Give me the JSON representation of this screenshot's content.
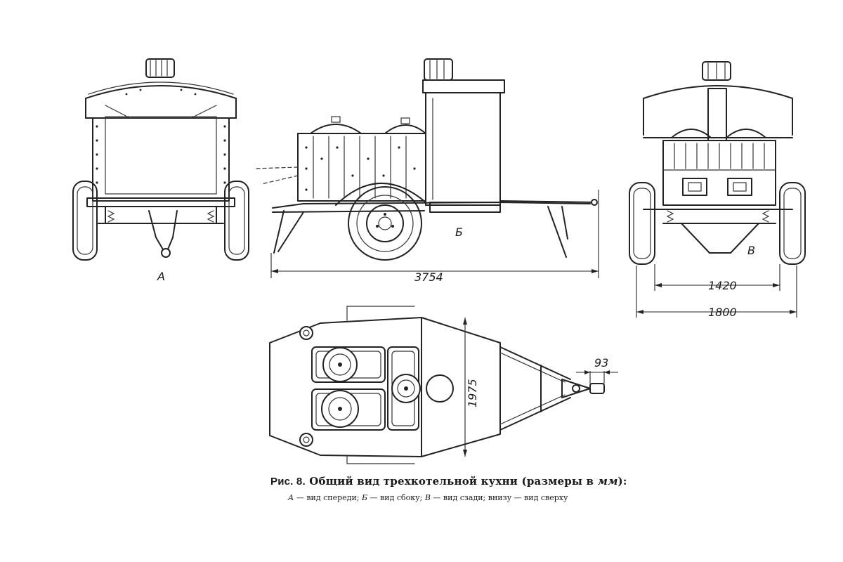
{
  "views": {
    "front": {
      "letter": "А"
    },
    "side": {
      "letter": "Б"
    },
    "rear": {
      "letter": "В"
    }
  },
  "dimensions": {
    "overall_length": "3754",
    "track_width": "1420",
    "overall_width": "1800",
    "top_view_width": "1975",
    "hitch_offset": "93"
  },
  "caption": {
    "figure_number": "Рис. 8.",
    "title": "Общий вид трехкотельной кухни (размеры в",
    "title_unit": "мм",
    "title_end": "):",
    "legend": [
      {
        "key": "А",
        "text": " — вид спереди; "
      },
      {
        "key": "Б",
        "text": " — вид сбоку; "
      },
      {
        "key": "В",
        "text": " — вид сзади; внизу — вид  сверху"
      }
    ]
  },
  "colors": {
    "ink": "#222222",
    "paper": "#ffffff"
  }
}
